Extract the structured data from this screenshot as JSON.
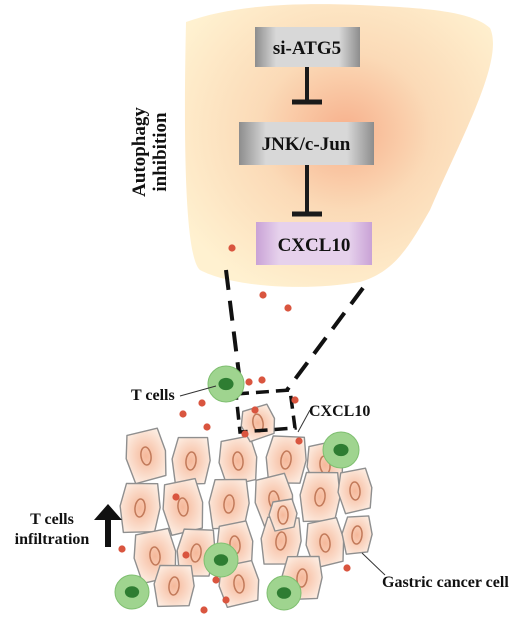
{
  "pathway": {
    "box1": "si-ATG5",
    "box2": "JNK/c-Jun",
    "box3": "CXCL10"
  },
  "side_label": {
    "line1": "Autophagy",
    "line2": "inhibition"
  },
  "labels": {
    "t_cells": "T cells",
    "cxcl10": "CXCL10",
    "infiltration_line1": "T cells",
    "infiltration_line2": "infiltration",
    "gastric_cancer_cell": "Gastric cancer cell"
  },
  "colors": {
    "cell_fill": "#fdeee3",
    "cell_stroke": "#8f8f8f",
    "nucleus_stroke": "#c27a5a",
    "t_cell_outer": "#9fd48f",
    "t_cell_inner": "#2e7d32",
    "chemokine_dot": "#d9553f",
    "cxcl10_box": "#d9bde3",
    "grey_box": "#b9b9b9"
  }
}
